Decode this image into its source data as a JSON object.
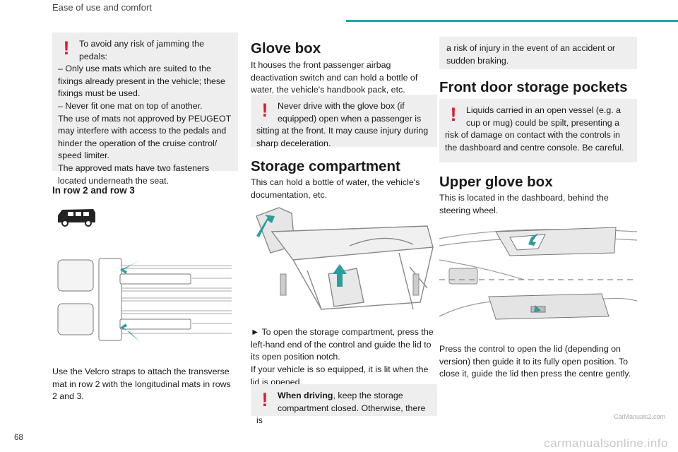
{
  "header": {
    "section": "Ease of use and comfort",
    "page_number": "68"
  },
  "watermark": "carmanualsonline.info",
  "watermark_small": "CarManuals2.com",
  "col1": {
    "warning_mats": [
      "To avoid any risk of jamming the pedals:",
      "– Only use mats which are suited to the fixings already present in the vehicle; these fixings must be used.",
      "– Never fit one mat on top of another.",
      "The use of mats not approved by PEUGEOT may interfere with access to the pedals and hinder the operation of the cruise control/ speed limiter.",
      "The approved mats have two fasteners located underneath the seat."
    ],
    "heading_rows": "In row 2 and row 3",
    "velcro_text": "Use the Velcro straps to attach the transverse mat in row 2 with the longitudinal mats in rows 2 and 3."
  },
  "col2": {
    "glove_heading": "Glove box",
    "glove_text": "It houses the front passenger airbag deactivation switch and can hold a bottle of water, the vehicle's handbook pack, etc.",
    "glove_warning": "Never drive with the glove box (if equipped) open when a passenger is sitting at the front. It may cause injury during sharp deceleration.",
    "storage_heading": "Storage compartment",
    "storage_text": "This can hold a bottle of water, the vehicle's documentation, etc.",
    "storage_step": "► To open the storage compartment, press the left-hand end of the control and guide the lid to its open position notch.",
    "storage_lit": "If your vehicle is so equipped, it is lit when the lid is opened.",
    "driving_bold": "When driving",
    "driving_rest": ", keep the storage compartment closed. Otherwise, there is"
  },
  "col3": {
    "continued_warning": "a risk of injury in the event of an accident or sudden braking.",
    "door_heading": "Front door storage pockets",
    "door_warning": "Liquids carried in an open vessel (e.g. a cup or mug) could be spilt, presenting a risk of damage on contact with the controls in the dashboard and centre console. Be careful.",
    "upper_heading": "Upper glove box",
    "upper_text": "This is located in the dashboard, behind the steering wheel.",
    "upper_instr": "Press the control to open the lid (depending on version) then guide it to its fully open position. To close it, guide the lid then press the centre gently."
  },
  "colors": {
    "accent": "#1aa6a6",
    "warning": "#e5172f",
    "box_bg": "#eeeeee",
    "arrow": "#2a9d9d"
  }
}
